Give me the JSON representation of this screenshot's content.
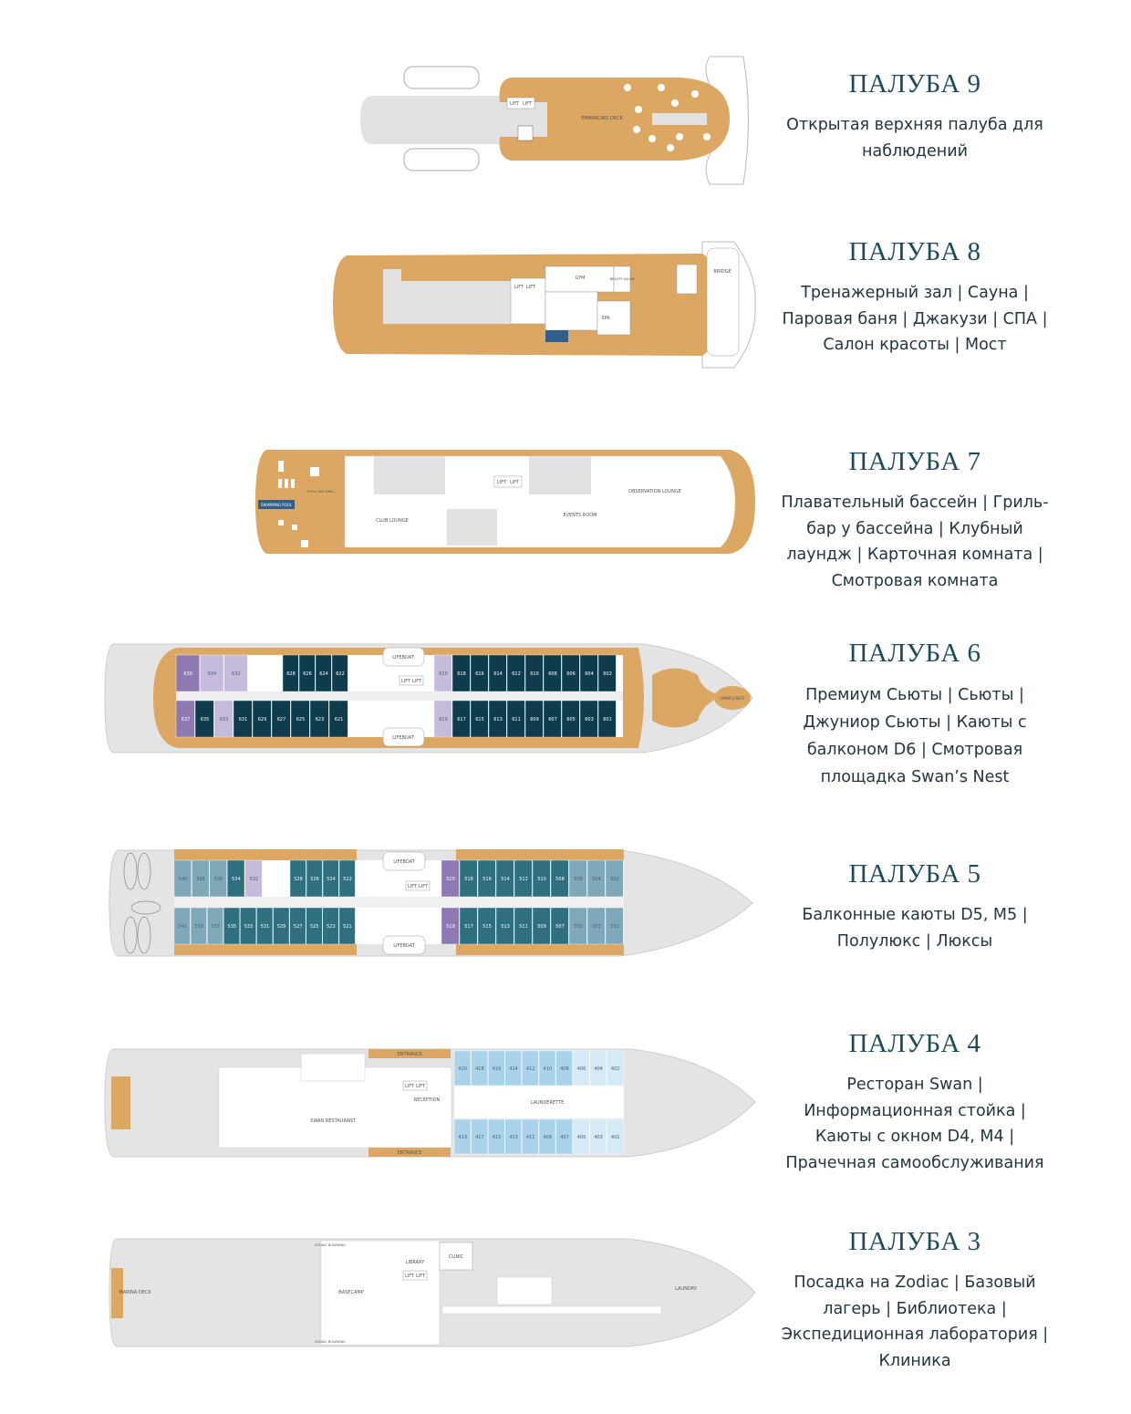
{
  "colors": {
    "title": "#1e4b5c",
    "text": "#23363d",
    "deck_orange": "#dba763",
    "hull_gray": "#e4e4e4",
    "interior": "#ffffff",
    "premium_suite": "#0e3c4c",
    "suite": "#2f6f80",
    "suite_light": "#7fa9b8",
    "junior_suite_dark": "#8d7ab3",
    "junior_suite_light": "#c6bbdc",
    "window_cabin": "#a9d3ea",
    "window_cabin_light": "#d5eaf5",
    "pool": "#2f5f8a"
  },
  "decks": [
    {
      "id": "deck9",
      "title": "ПАЛУБА 9",
      "lines": [
        "Открытая верхняя палуба для",
        "наблюдений"
      ],
      "labels": {
        "lift1": "LIFT",
        "lift2": "LIFT",
        "deck": "EMBRACING DECK"
      }
    },
    {
      "id": "deck8",
      "title": "ПАЛУБА 8",
      "lines": [
        "Тренажерный зал | Сауна |",
        "Паровая баня | Джакузи | СПА |",
        "Салон красоты | Мост"
      ],
      "labels": {
        "gym": "GYM",
        "salon": "BEAUTY SALON",
        "spa": "SPA",
        "bridge": "BRIDGE",
        "lift1": "LIFT",
        "lift2": "LIFT"
      }
    },
    {
      "id": "deck7",
      "title": "ПАЛУБА 7",
      "lines": [
        "Плавательный бассейн | Гриль-",
        "бар у бассейна | Клубный",
        "лаундж | Карточная комната |",
        "Смотровая комната"
      ],
      "labels": {
        "pool": "SWIMMING POOL",
        "grill": "POOL SIDE GRILL",
        "club": "CLUB LOUNGE",
        "events": "EVENTS ROOM",
        "observation": "OBSERVATION LOUNGE",
        "lift1": "LIFT",
        "lift2": "LIFT"
      }
    },
    {
      "id": "deck6",
      "title": "ПАЛУБА 6",
      "lines": [
        "Премиум Сьюты | Сьюты |",
        "Джуниор Сьюты | Каюты с",
        "балконом D6 | Смотровая",
        "площадка Swan’s Nest"
      ],
      "labels": {
        "lifeboat1": "LIFEBOAT",
        "lifeboat2": "LIFEBOAT",
        "lift1": "LIFT",
        "lift2": "LIFT",
        "nest": "SWAN'S NEST"
      },
      "cabins": {
        "top_left_a": [
          {
            "n": "630",
            "c": "junior_suite_dark"
          },
          {
            "n": "634",
            "c": "junior_suite_light"
          },
          {
            "n": "632",
            "c": "junior_suite_light"
          }
        ],
        "top_left_b": [
          {
            "n": "628",
            "c": "premium_suite"
          },
          {
            "n": "626",
            "c": "premium_suite"
          },
          {
            "n": "624",
            "c": "premium_suite"
          },
          {
            "n": "622",
            "c": "premium_suite"
          }
        ],
        "top_right": [
          {
            "n": "620",
            "c": "junior_suite_light"
          },
          {
            "n": "618",
            "c": "premium_suite"
          },
          {
            "n": "616",
            "c": "premium_suite"
          },
          {
            "n": "614",
            "c": "premium_suite"
          },
          {
            "n": "612",
            "c": "premium_suite"
          },
          {
            "n": "610",
            "c": "premium_suite"
          },
          {
            "n": "608",
            "c": "premium_suite"
          },
          {
            "n": "606",
            "c": "premium_suite"
          },
          {
            "n": "604",
            "c": "premium_suite"
          },
          {
            "n": "602",
            "c": "premium_suite"
          }
        ],
        "bottom_left": [
          {
            "n": "637",
            "c": "junior_suite_dark"
          },
          {
            "n": "635",
            "c": "premium_suite"
          },
          {
            "n": "633",
            "c": "junior_suite_light"
          },
          {
            "n": "631",
            "c": "premium_suite"
          },
          {
            "n": "629",
            "c": "premium_suite"
          },
          {
            "n": "627",
            "c": "premium_suite"
          },
          {
            "n": "625",
            "c": "premium_suite"
          },
          {
            "n": "623",
            "c": "premium_suite"
          },
          {
            "n": "621",
            "c": "premium_suite"
          }
        ],
        "bottom_right": [
          {
            "n": "619",
            "c": "junior_suite_light"
          },
          {
            "n": "617",
            "c": "premium_suite"
          },
          {
            "n": "615",
            "c": "premium_suite"
          },
          {
            "n": "613",
            "c": "premium_suite"
          },
          {
            "n": "611",
            "c": "premium_suite"
          },
          {
            "n": "609",
            "c": "premium_suite"
          },
          {
            "n": "607",
            "c": "premium_suite"
          },
          {
            "n": "605",
            "c": "premium_suite"
          },
          {
            "n": "603",
            "c": "premium_suite"
          },
          {
            "n": "601",
            "c": "premium_suite"
          }
        ]
      }
    },
    {
      "id": "deck5",
      "title": "ПАЛУБА 5",
      "lines": [
        "Балконные каюты D5, M5 |",
        "Полулюкс | Люксы"
      ],
      "labels": {
        "lifeboat1": "LIFEBOAT",
        "lifeboat2": "LIFEBOAT",
        "lift1": "LIFT",
        "lift2": "LIFT"
      },
      "cabins": {
        "top_left_a": [
          {
            "n": "540",
            "c": "suite_light"
          },
          {
            "n": "538",
            "c": "suite_light"
          },
          {
            "n": "536",
            "c": "suite_light"
          },
          {
            "n": "534",
            "c": "suite"
          },
          {
            "n": "532",
            "c": "junior_suite_light"
          }
        ],
        "top_left_b": [
          {
            "n": "528",
            "c": "suite"
          },
          {
            "n": "526",
            "c": "suite"
          },
          {
            "n": "524",
            "c": "suite"
          },
          {
            "n": "522",
            "c": "suite"
          }
        ],
        "top_right": [
          {
            "n": "520",
            "c": "junior_suite_dark"
          },
          {
            "n": "518",
            "c": "suite"
          },
          {
            "n": "516",
            "c": "suite"
          },
          {
            "n": "514",
            "c": "suite"
          },
          {
            "n": "512",
            "c": "suite"
          },
          {
            "n": "510",
            "c": "suite"
          },
          {
            "n": "508",
            "c": "suite"
          },
          {
            "n": "506",
            "c": "suite_light"
          },
          {
            "n": "504",
            "c": "suite_light"
          },
          {
            "n": "502",
            "c": "suite_light"
          }
        ],
        "bottom_left": [
          {
            "n": "541",
            "c": "suite_light"
          },
          {
            "n": "539",
            "c": "suite_light"
          },
          {
            "n": "537",
            "c": "suite_light"
          },
          {
            "n": "535",
            "c": "suite"
          },
          {
            "n": "533",
            "c": "suite"
          },
          {
            "n": "531",
            "c": "suite"
          },
          {
            "n": "529",
            "c": "suite"
          },
          {
            "n": "527",
            "c": "suite"
          },
          {
            "n": "525",
            "c": "suite"
          },
          {
            "n": "523",
            "c": "suite"
          },
          {
            "n": "521",
            "c": "suite"
          }
        ],
        "bottom_right": [
          {
            "n": "519",
            "c": "junior_suite_dark"
          },
          {
            "n": "517",
            "c": "suite"
          },
          {
            "n": "515",
            "c": "suite"
          },
          {
            "n": "513",
            "c": "suite"
          },
          {
            "n": "511",
            "c": "suite"
          },
          {
            "n": "509",
            "c": "suite"
          },
          {
            "n": "507",
            "c": "suite"
          },
          {
            "n": "505",
            "c": "suite_light"
          },
          {
            "n": "503",
            "c": "suite_light"
          },
          {
            "n": "501",
            "c": "suite_light"
          }
        ]
      }
    },
    {
      "id": "deck4",
      "title": "ПАЛУБА 4",
      "lines": [
        "Ресторан Swan |",
        "Информационная стойка |",
        "Каюты с окном D4, M4 |",
        "Прачечная самообслуживания"
      ],
      "labels": {
        "entrance1": "ENTRANCE",
        "entrance2": "ENTRANCE",
        "reception": "RECEPTION",
        "launderette": "LAUNDERETTE",
        "restaurant": "SWAN RESTAURANT",
        "lift1": "LIFT",
        "lift2": "LIFT"
      },
      "cabins": {
        "top": [
          {
            "n": "420",
            "c": "window_cabin"
          },
          {
            "n": "418",
            "c": "window_cabin"
          },
          {
            "n": "416",
            "c": "window_cabin"
          },
          {
            "n": "414",
            "c": "window_cabin"
          },
          {
            "n": "412",
            "c": "window_cabin"
          },
          {
            "n": "410",
            "c": "window_cabin"
          },
          {
            "n": "408",
            "c": "window_cabin"
          },
          {
            "n": "406",
            "c": "window_cabin_light"
          },
          {
            "n": "404",
            "c": "window_cabin_light"
          },
          {
            "n": "402",
            "c": "window_cabin_light"
          }
        ],
        "bottom": [
          {
            "n": "419",
            "c": "window_cabin"
          },
          {
            "n": "417",
            "c": "window_cabin"
          },
          {
            "n": "415",
            "c": "window_cabin"
          },
          {
            "n": "413",
            "c": "window_cabin"
          },
          {
            "n": "411",
            "c": "window_cabin"
          },
          {
            "n": "409",
            "c": "window_cabin"
          },
          {
            "n": "407",
            "c": "window_cabin"
          },
          {
            "n": "405",
            "c": "window_cabin_light"
          },
          {
            "n": "403",
            "c": "window_cabin_light"
          },
          {
            "n": "401",
            "c": "window_cabin_light"
          }
        ]
      }
    },
    {
      "id": "deck3",
      "title": "ПАЛУБА 3",
      "lines": [
        "Посадка на Zodiac | Базовый",
        "лагерь | Библиотека |",
        "Экспедиционная лаборатория |",
        "Клиника"
      ],
      "labels": {
        "marina": "MARINA DECK",
        "basecamp": "BASECAMP",
        "library": "LIBRARY",
        "clinic": "CLINIC",
        "zodiac1": "ZODIAC BOARDING",
        "zodiac2": "ZODIAC BOARDING",
        "laundry": "LAUNDRY",
        "lift1": "LIFT",
        "lift2": "LIFT"
      }
    }
  ]
}
